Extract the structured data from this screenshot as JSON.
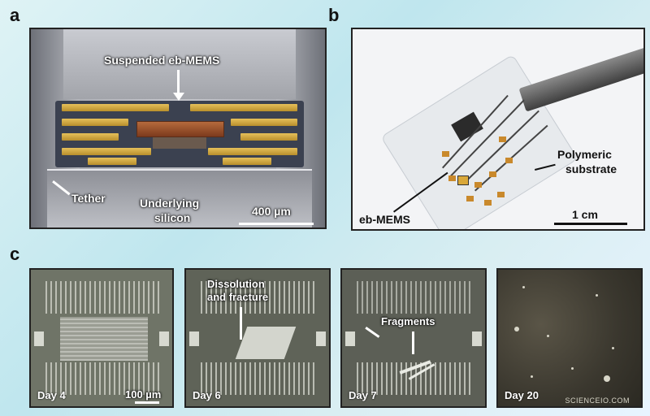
{
  "panel_letters": {
    "a": "a",
    "b": "b",
    "c": "c"
  },
  "panel_a": {
    "label_suspended": "Suspended eb-MEMS",
    "label_tether": "Tether",
    "label_silicon_1": "Underlying",
    "label_silicon_2": "silicon",
    "scalebar": "400 µm"
  },
  "panel_b": {
    "label_polymeric_1": "Polymeric",
    "label_polymeric_2": "substrate",
    "label_ebmems": "eb-MEMS",
    "scalebar": "1 cm"
  },
  "panel_c": {
    "day4": "Day 4",
    "day6": "Day 6",
    "day7": "Day 7",
    "day20": "Day 20",
    "scalebar": "100 µm",
    "label_dissolution_1": "Dissolution",
    "label_dissolution_2": "and fracture",
    "label_fragments": "Fragments",
    "watermark": "SCIENCEIO.COM"
  },
  "colors": {
    "gold_trace": "#d6aa45",
    "copper": "#9a4f2a",
    "pad_orange": "#c9892c"
  }
}
